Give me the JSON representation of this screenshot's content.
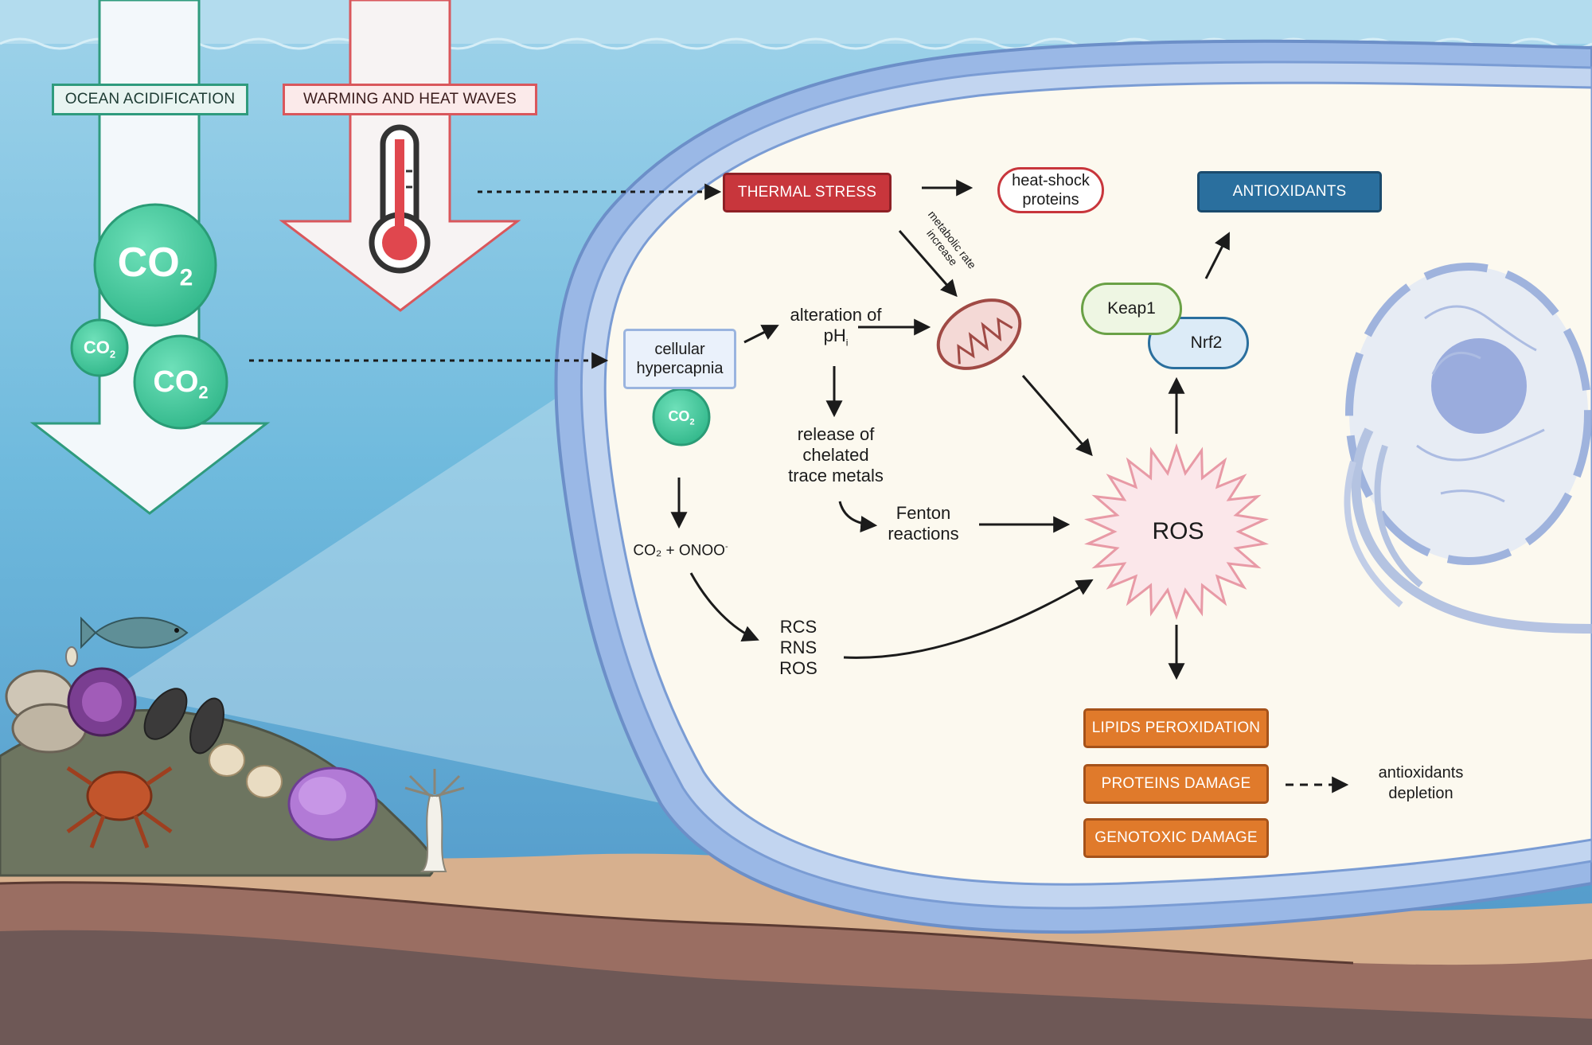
{
  "environment": {
    "ocean_acidification_label": "OCEAN ACIDIFICATION",
    "warming_label": "WARMING AND HEAT WAVES",
    "co2_big": "CO",
    "co2_sub": "2"
  },
  "cell": {
    "thermal_stress": "THERMAL STRESS",
    "heat_shock_proteins_line1": "heat-shock",
    "heat_shock_proteins_line2": "proteins",
    "antioxidants": "ANTIOXIDANTS",
    "metabolic_rate_line1": "metabolic rate",
    "metabolic_rate_line2": "increase",
    "keap1": "Keap1",
    "nrf2": "Nrf2",
    "cellular_hypercapnia_line1": "cellular",
    "cellular_hypercapnia_line2": "hypercapnia",
    "alteration_line1": "alteration of",
    "alteration_line2": "pH",
    "alteration_sub": "i",
    "release_line1": "release of",
    "release_line2": "chelated",
    "release_line3": "trace metals",
    "fenton_line1": "Fenton",
    "fenton_line2": "reactions",
    "co2_onoo": "CO₂ + ONOO",
    "co2_onoo_sup": "-",
    "reactive_species": [
      "RCS",
      "RNS",
      "ROS"
    ],
    "ros": "ROS",
    "damage": [
      "LIPIDS PEROXIDATION",
      "PROTEINS DAMAGE",
      "GENOTOXIC DAMAGE"
    ],
    "antioxidants_depletion_line1": "antioxidants",
    "antioxidants_depletion_line2": "depletion"
  },
  "colors": {
    "ocean_light": "#a9d6ea",
    "ocean_deep": "#5aa0cf",
    "cell_fill": "#fcf9ef",
    "membrane": "#7b9fd6",
    "thermal_red": "#c8363c",
    "antioxidant_blue": "#2a6f9e",
    "damage_orange": "#e07a2b",
    "co2_green": "#3fc49a",
    "sediment_light": "#d7b08e",
    "sediment_dark": "#7a5a4e"
  }
}
